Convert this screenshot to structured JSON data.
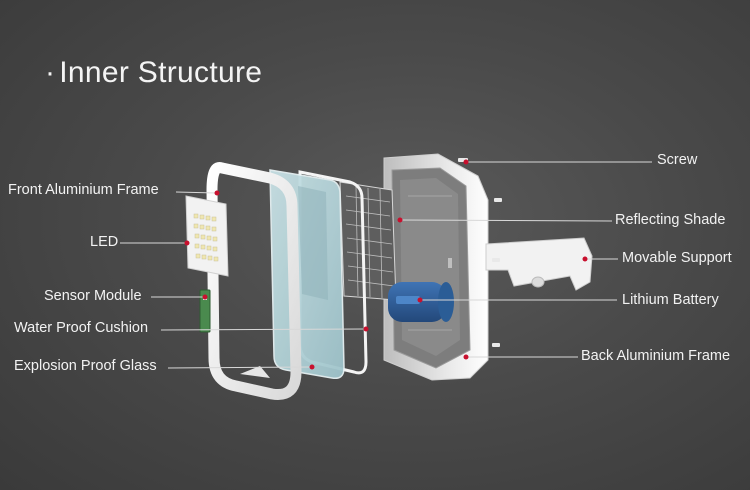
{
  "title": "Inner Structure",
  "title_bullet": "·",
  "labels": {
    "front_frame": "Front Aluminium Frame",
    "led": "LED",
    "sensor": "Sensor Module",
    "cushion": "Water Proof Cushion",
    "glass": "Explosion Proof Glass",
    "screw": "Screw",
    "reflecting": "Reflecting Shade",
    "support": "Movable Support",
    "battery": "Lithium Battery",
    "back_frame": "Back Aluminium Frame"
  },
  "colors": {
    "marker": "#c8102e",
    "leader": "#d8d8d8",
    "battery": "#2f5f9a",
    "glass": "#b9d6dc"
  }
}
